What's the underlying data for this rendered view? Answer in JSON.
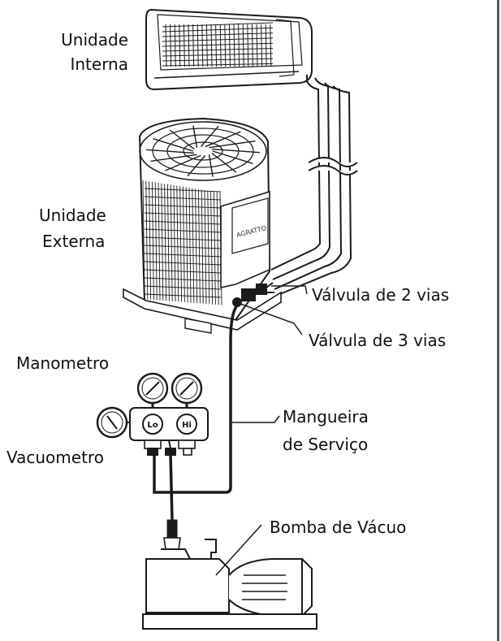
{
  "labels": {
    "indoor_unit_line1": "Unidade",
    "indoor_unit_line2": "Interna",
    "outdoor_unit_line1": "Unidade",
    "outdoor_unit_line2": "Externa",
    "valve_2way": "Válvula de 2 vias",
    "valve_3way": "Válvula de 3 vias",
    "manometer": "Manometro",
    "vacuometer": "Vacuometro",
    "service_hose_line1": "Mangueira",
    "service_hose_line2": "de Serviço",
    "vacuum_pump": "Bomba de Vácuo"
  },
  "gauge_marks": {
    "low": "Lo",
    "high": "Hi"
  },
  "unit_brand": "AGRATTO",
  "colors": {
    "line": "#1a1a1a",
    "background": "#ffffff",
    "frame": "#5a5a5a"
  }
}
